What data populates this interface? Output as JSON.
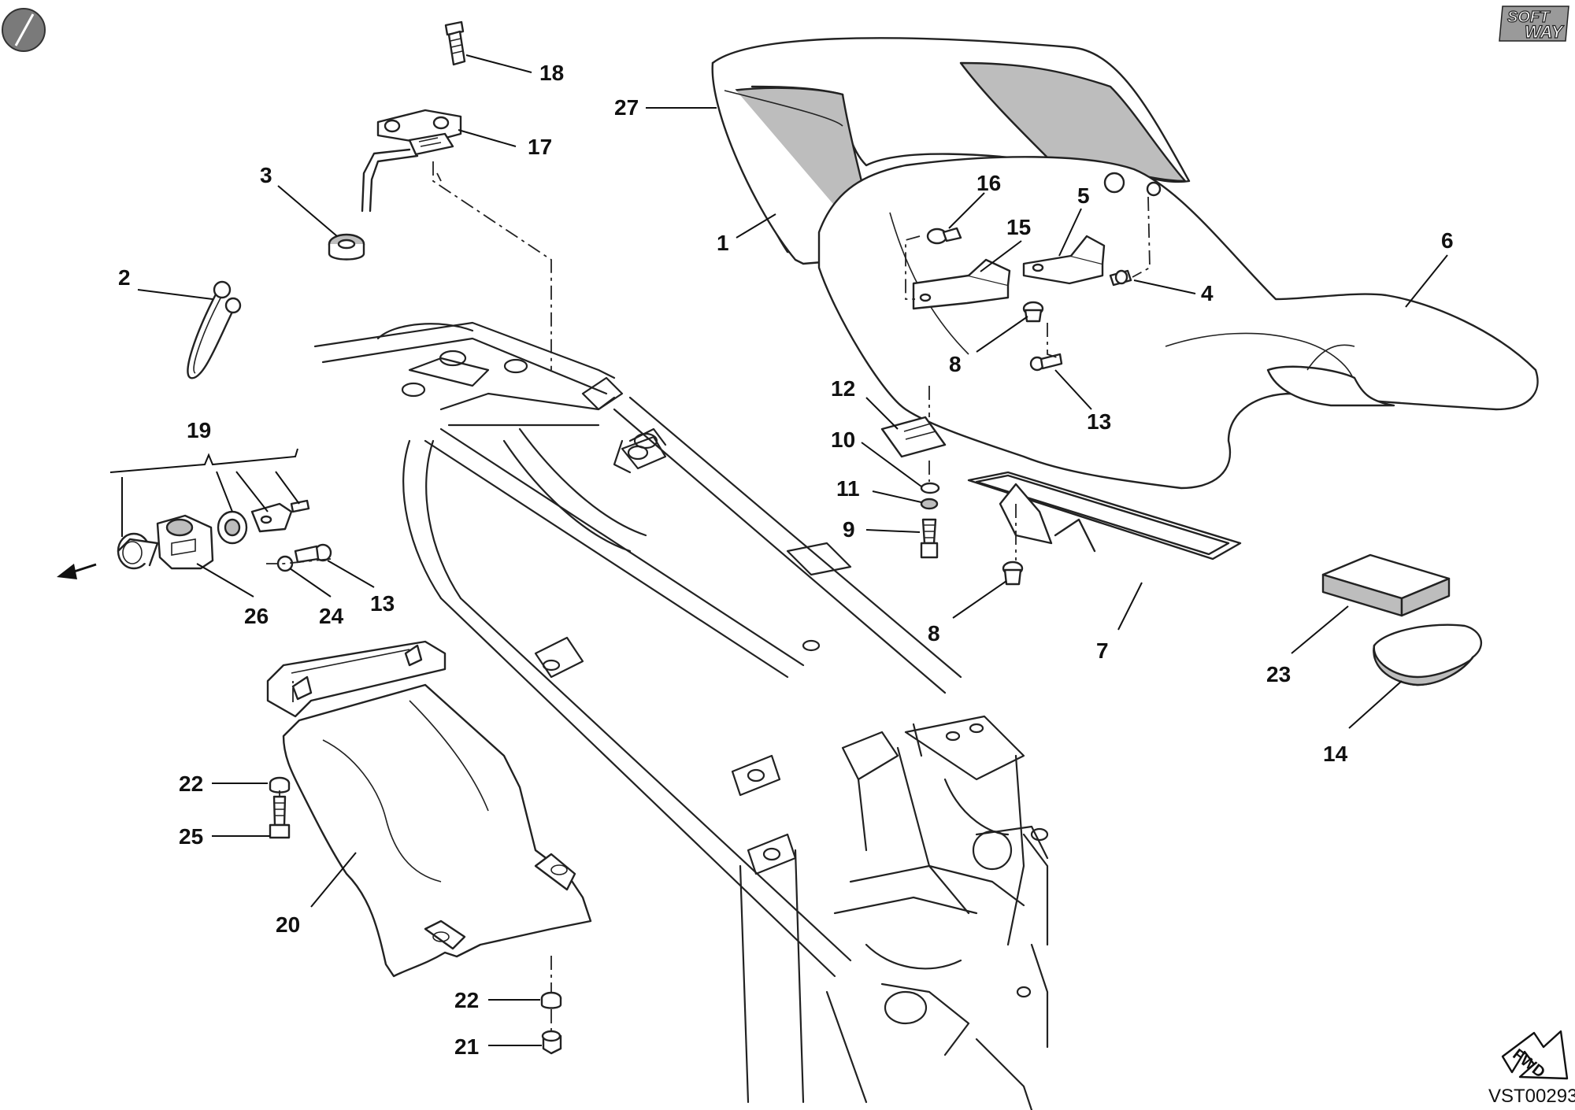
{
  "labels": {
    "p1": "1",
    "p2": "2",
    "p3": "3",
    "p4": "4",
    "p5": "5",
    "p6": "6",
    "p7": "7",
    "p8a": "8",
    "p8b": "8",
    "p9": "9",
    "p10": "10",
    "p11": "11",
    "p12": "12",
    "p13a": "13",
    "p13b": "13",
    "p14": "14",
    "p15": "15",
    "p16": "16",
    "p17": "17",
    "p18": "18",
    "p19": "19",
    "p20": "20",
    "p21": "21",
    "p22a": "22",
    "p22b": "22",
    "p23": "23",
    "p24": "24",
    "p25": "25",
    "p26": "26",
    "p27": "27"
  },
  "drawing_code": "VST00293",
  "fwd_label": "FWD",
  "brand": {
    "line1": "SOFT",
    "line2": "WAY"
  },
  "icons": {
    "corner": "circle-badge-icon",
    "direction": "left-arrow-icon",
    "forward": "fwd-arrow-icon"
  },
  "colors": {
    "ink": "#222222",
    "shade": "#bdbdbd",
    "paper": "#ffffff"
  }
}
